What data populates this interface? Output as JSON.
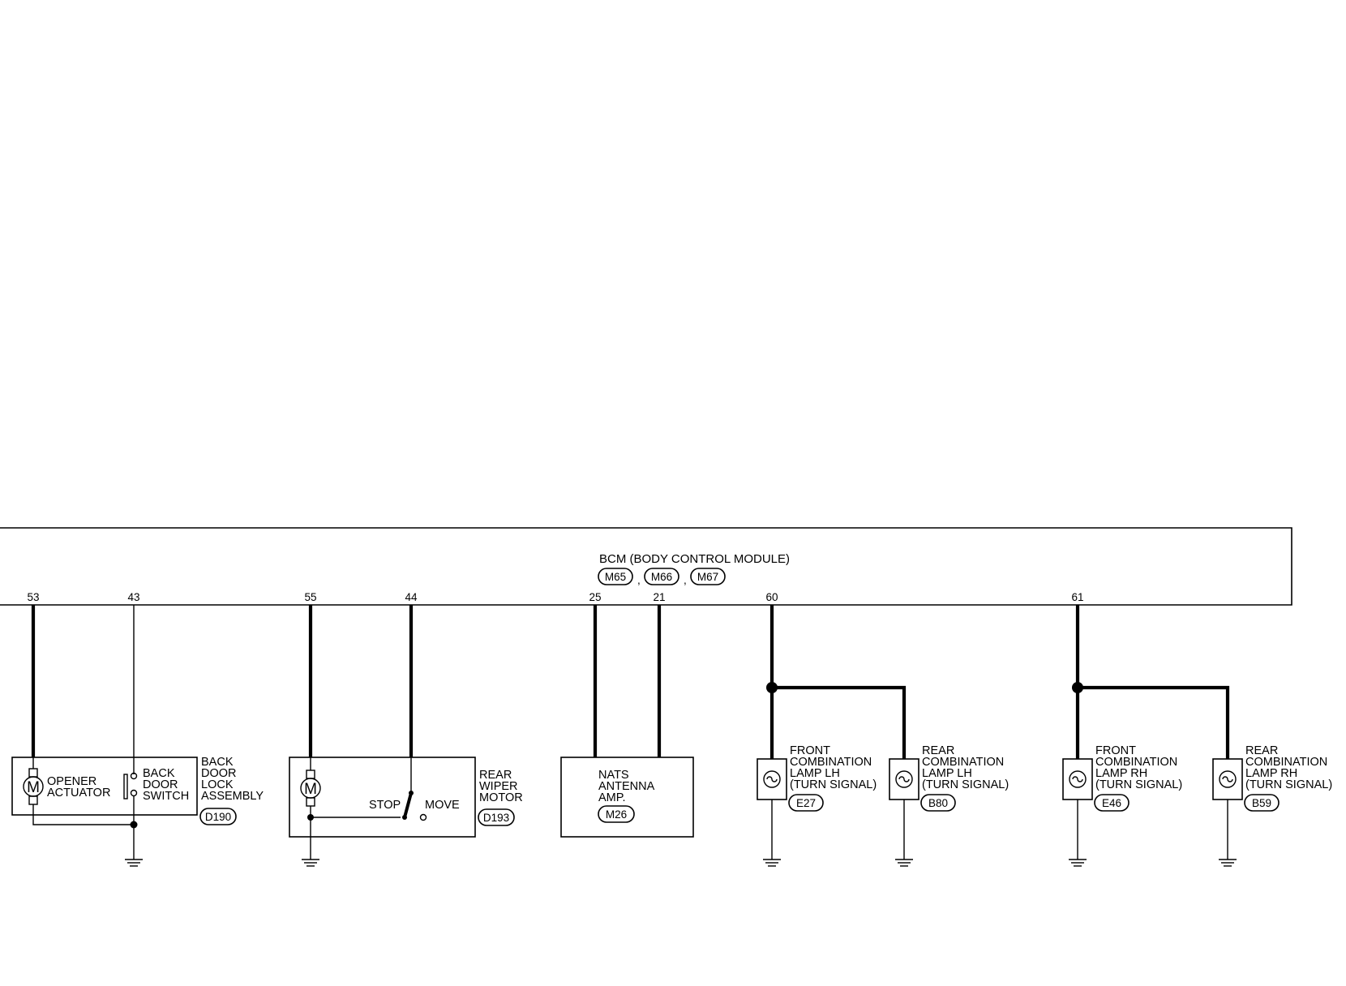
{
  "bcm": {
    "title": "BCM (BODY CONTROL MODULE)",
    "connectors": [
      "M65",
      "M66",
      "M67"
    ],
    "separators": [
      ",",
      ","
    ]
  },
  "pins": {
    "p53": "53",
    "p43": "43",
    "p55": "55",
    "p44": "44",
    "p25": "25",
    "p21": "21",
    "p60": "60",
    "p61": "61"
  },
  "back_door": {
    "motor_letter": "M",
    "opener_label": [
      "OPENER",
      "ACTUATOR"
    ],
    "switch_label": [
      "BACK",
      "DOOR",
      "SWITCH"
    ],
    "assembly_label": [
      "BACK",
      "DOOR",
      "LOCK",
      "ASSEMBLY"
    ],
    "connector": "D190"
  },
  "rear_wiper": {
    "motor_letter": "M",
    "stop_label": "STOP",
    "move_label": "MOVE",
    "name_label": [
      "REAR",
      "WIPER",
      "MOTOR"
    ],
    "connector": "D193"
  },
  "nats": {
    "name_label": [
      "NATS",
      "ANTENNA",
      "AMP."
    ],
    "connector": "M26"
  },
  "lamps": [
    {
      "label": [
        "FRONT",
        "COMBINATION",
        "LAMP LH",
        "(TURN SIGNAL)"
      ],
      "connector": "E27"
    },
    {
      "label": [
        "REAR",
        "COMBINATION",
        "LAMP LH",
        "(TURN SIGNAL)"
      ],
      "connector": "B80"
    },
    {
      "label": [
        "FRONT",
        "COMBINATION",
        "LAMP RH",
        "(TURN SIGNAL)"
      ],
      "connector": "E46"
    },
    {
      "label": [
        "REAR",
        "COMBINATION",
        "LAMP RH",
        "(TURN SIGNAL)"
      ],
      "connector": "B59"
    }
  ]
}
